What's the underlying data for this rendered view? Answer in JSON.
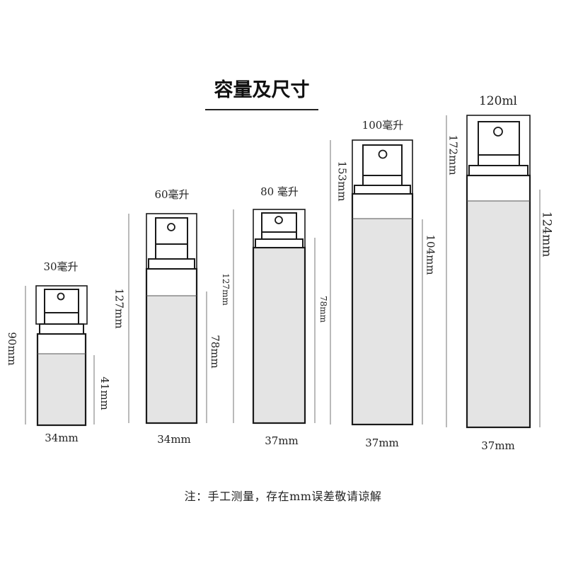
{
  "title": "容量及尺寸",
  "note": "注：手工测量，存在mm误差敬请谅解",
  "bottles": [
    {
      "capacity": "30毫升",
      "total_height": "90mm",
      "body_height": "41mm",
      "width": "34mm"
    },
    {
      "capacity": "60毫升",
      "total_height": "127mm",
      "body_height": "78mm",
      "width": "34mm"
    },
    {
      "capacity": "80 毫升",
      "total_height": "127mm",
      "body_height": "78mm",
      "width": "37mm"
    },
    {
      "capacity": "100毫升",
      "total_height": "153mm",
      "body_height": "104mm",
      "width": "37mm"
    },
    {
      "capacity": "120ml",
      "total_height": "172mm",
      "body_height": "124mm",
      "width": "37mm"
    }
  ],
  "colors": {
    "outline": "#1a1a1a",
    "liquid": "#e4e4e4",
    "dim_line": "#666666"
  }
}
